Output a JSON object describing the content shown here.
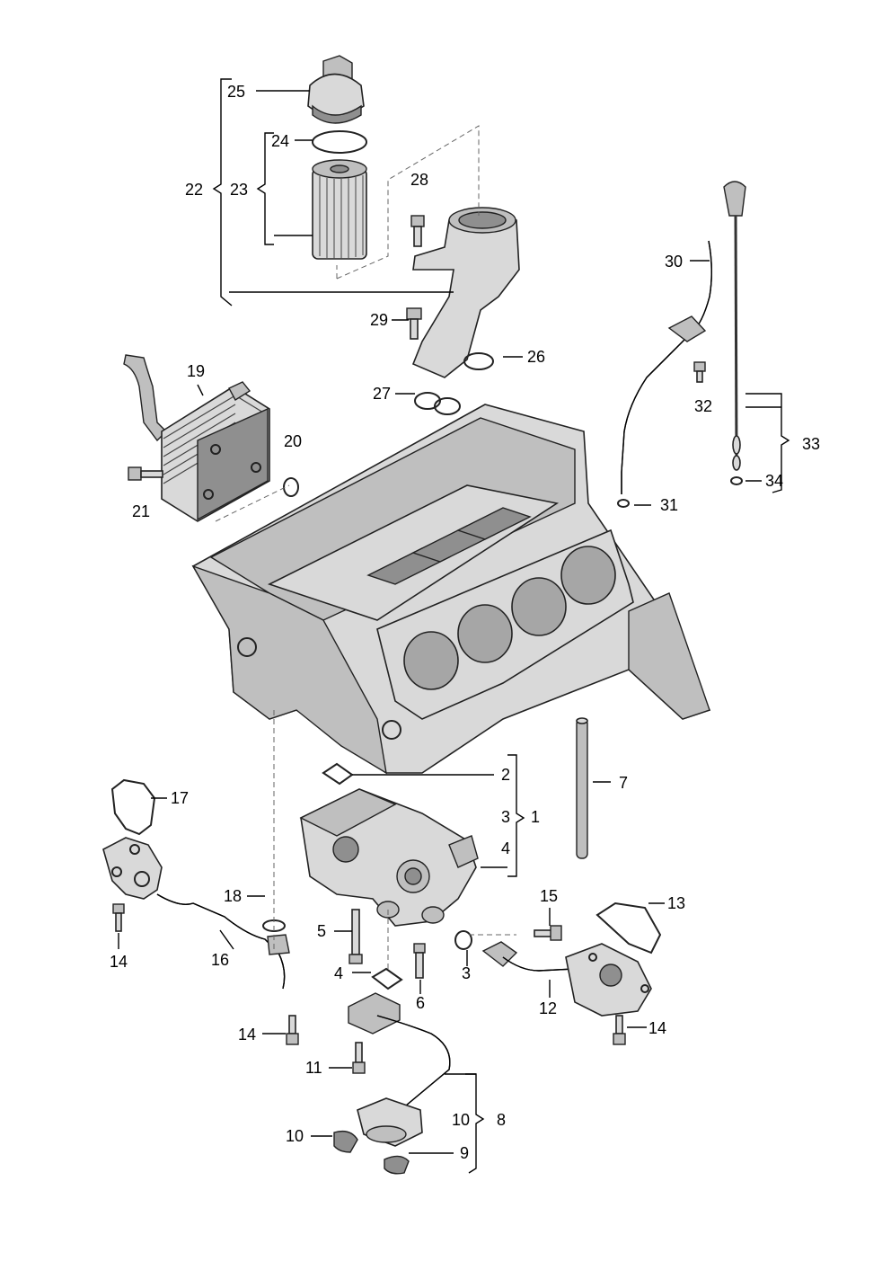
{
  "diagram": {
    "labels": [
      {
        "id": "25",
        "text": "25"
      },
      {
        "id": "24",
        "text": "24"
      },
      {
        "id": "22",
        "text": "22"
      },
      {
        "id": "23",
        "text": "23"
      },
      {
        "id": "28",
        "text": "28"
      },
      {
        "id": "30",
        "text": "30"
      },
      {
        "id": "29",
        "text": "29"
      },
      {
        "id": "26",
        "text": "26"
      },
      {
        "id": "19",
        "text": "19"
      },
      {
        "id": "27",
        "text": "27"
      },
      {
        "id": "32",
        "text": "32"
      },
      {
        "id": "20",
        "text": "20"
      },
      {
        "id": "33",
        "text": "33"
      },
      {
        "id": "21",
        "text": "21"
      },
      {
        "id": "31",
        "text": "31"
      },
      {
        "id": "34",
        "text": "34"
      },
      {
        "id": "2",
        "text": "2"
      },
      {
        "id": "7",
        "text": "7"
      },
      {
        "id": "17",
        "text": "17"
      },
      {
        "id": "3a",
        "text": "3"
      },
      {
        "id": "1",
        "text": "1"
      },
      {
        "id": "4a",
        "text": "4"
      },
      {
        "id": "18",
        "text": "18"
      },
      {
        "id": "15",
        "text": "15"
      },
      {
        "id": "13",
        "text": "13"
      },
      {
        "id": "5",
        "text": "5"
      },
      {
        "id": "14a",
        "text": "14"
      },
      {
        "id": "16",
        "text": "16"
      },
      {
        "id": "4b",
        "text": "4"
      },
      {
        "id": "3b",
        "text": "3"
      },
      {
        "id": "6",
        "text": "6"
      },
      {
        "id": "12",
        "text": "12"
      },
      {
        "id": "14b",
        "text": "14"
      },
      {
        "id": "14c",
        "text": "14"
      },
      {
        "id": "11",
        "text": "11"
      },
      {
        "id": "10a",
        "text": "10"
      },
      {
        "id": "8",
        "text": "8"
      },
      {
        "id": "10b",
        "text": "10"
      },
      {
        "id": "9",
        "text": "9"
      }
    ]
  }
}
